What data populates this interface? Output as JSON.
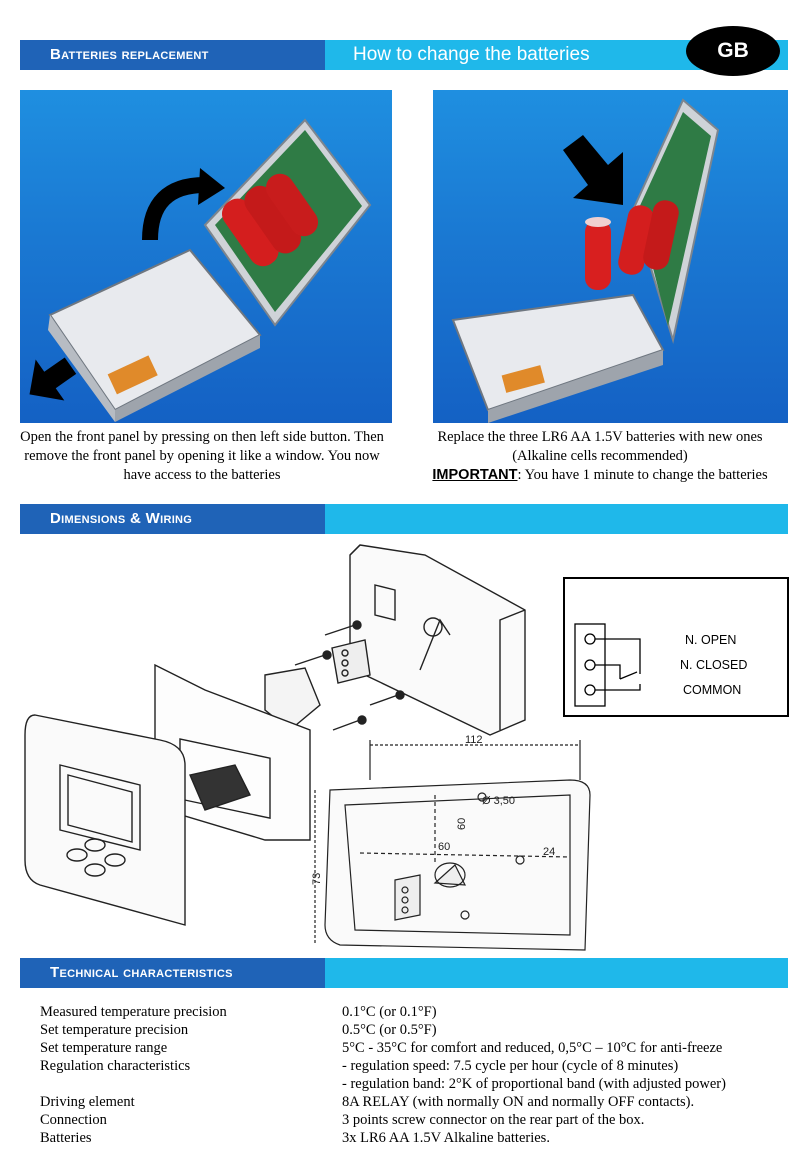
{
  "badge": "GB",
  "batteries": {
    "title": "Batteries replacement",
    "subtitle": "How to change the batteries",
    "left_caption": "Open the front panel by pressing on then left side button. Then remove the front panel by opening it like a window. You now have access to the batteries",
    "right_caption_1": "Replace the three LR6 AA 1.5V batteries with new ones",
    "right_caption_2": "(Alkaline cells recommended)",
    "important_label": "IMPORTANT",
    "important_text": ": You have 1 minute to change the batteries"
  },
  "dimensions": {
    "title": "Dimensions & Wiring",
    "wiring_labels": [
      "N. OPEN",
      "N. CLOSED",
      "COMMON"
    ],
    "dim_112": "112",
    "dim_73": "73",
    "dim_60_h": "60",
    "dim_60_v": "60",
    "dim_24": "24",
    "dim_hole": "Ø 3,50"
  },
  "technical": {
    "title": "Technical characteristics",
    "rows": [
      {
        "k": "Measured temperature precision",
        "v": "0.1°C  (or 0.1°F)"
      },
      {
        "k": "Set temperature precision",
        "v": "0.5°C  (or 0.5°F)"
      },
      {
        "k": "Set temperature range",
        "v": "5°C - 35°C for comfort and reduced, 0,5°C – 10°C for anti-freeze"
      },
      {
        "k": "Regulation characteristics",
        "v": "- regulation speed:    7.5 cycle per hour (cycle of 8 minutes)"
      },
      {
        "k": "",
        "v": "- regulation band:     2°K of proportional band (with adjusted power)"
      },
      {
        "k": "Driving element",
        "v": "8A  RELAY  (with normally ON and normally OFF contacts)."
      },
      {
        "k": "Connection",
        "v": "3 points screw connector on the rear part of the box."
      },
      {
        "k": "Batteries",
        "v": "3x LR6 AA 1.5V Alkaline batteries."
      }
    ]
  }
}
